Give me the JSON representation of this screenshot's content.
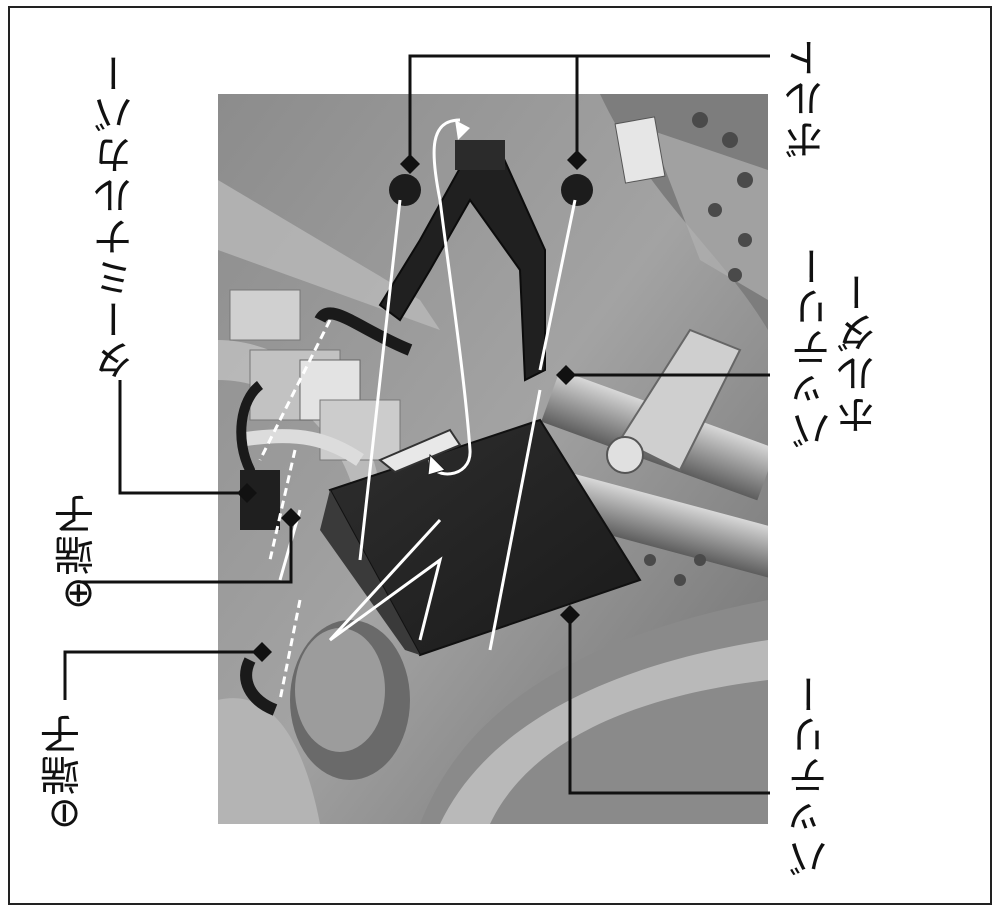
{
  "labels": {
    "bolt": "ボルト",
    "terminal_cover": "ターミナルカバー",
    "battery_holder_line1": "バッテリー",
    "battery_holder_line2": "ホルダー",
    "plus_terminal": "⊕端子",
    "minus_terminal": "⊖端子",
    "battery": "バッテリー"
  }
}
